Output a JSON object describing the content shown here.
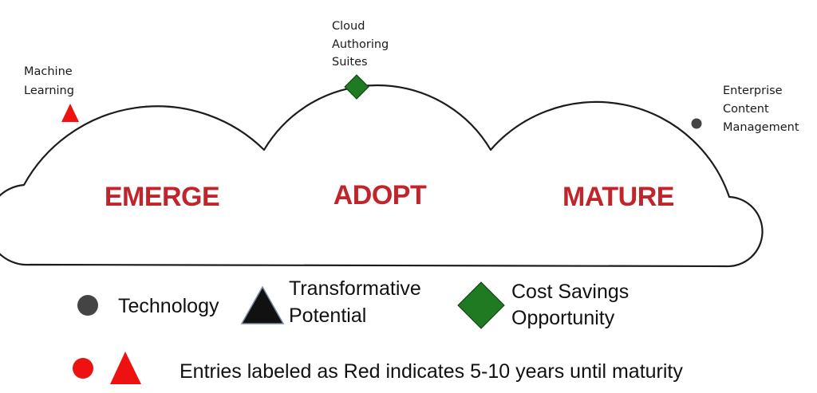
{
  "colors": {
    "stage_text": "#c0252b",
    "outline": "#1c1c1c",
    "red_marker": "#ee1111",
    "green_marker": "#1f7a22",
    "gray_marker": "#444444",
    "black_marker": "#111111"
  },
  "stages": [
    {
      "id": "emerge",
      "label": "EMERGE"
    },
    {
      "id": "adopt",
      "label": "ADOPT"
    },
    {
      "id": "mature",
      "label": "MATURE"
    }
  ],
  "markers": [
    {
      "id": "machine-learning",
      "shape": "triangle",
      "color": "red",
      "label_lines": [
        "Machine",
        "Learning"
      ]
    },
    {
      "id": "cloud-authoring-suites",
      "shape": "diamond",
      "color": "green",
      "label_lines": [
        "Cloud",
        "Authoring",
        "Suites"
      ]
    },
    {
      "id": "enterprise-content-management",
      "shape": "circle",
      "color": "gray",
      "label_lines": [
        "Enterprise",
        "Content",
        "Management"
      ]
    }
  ],
  "legend": {
    "technology": "Technology",
    "transformative_lines": [
      "Transformative",
      "Potential"
    ],
    "cost_savings_lines": [
      "Cost Savings",
      "Opportunity"
    ],
    "red_note": "Entries labeled as Red indicates 5-10 years until maturity"
  }
}
